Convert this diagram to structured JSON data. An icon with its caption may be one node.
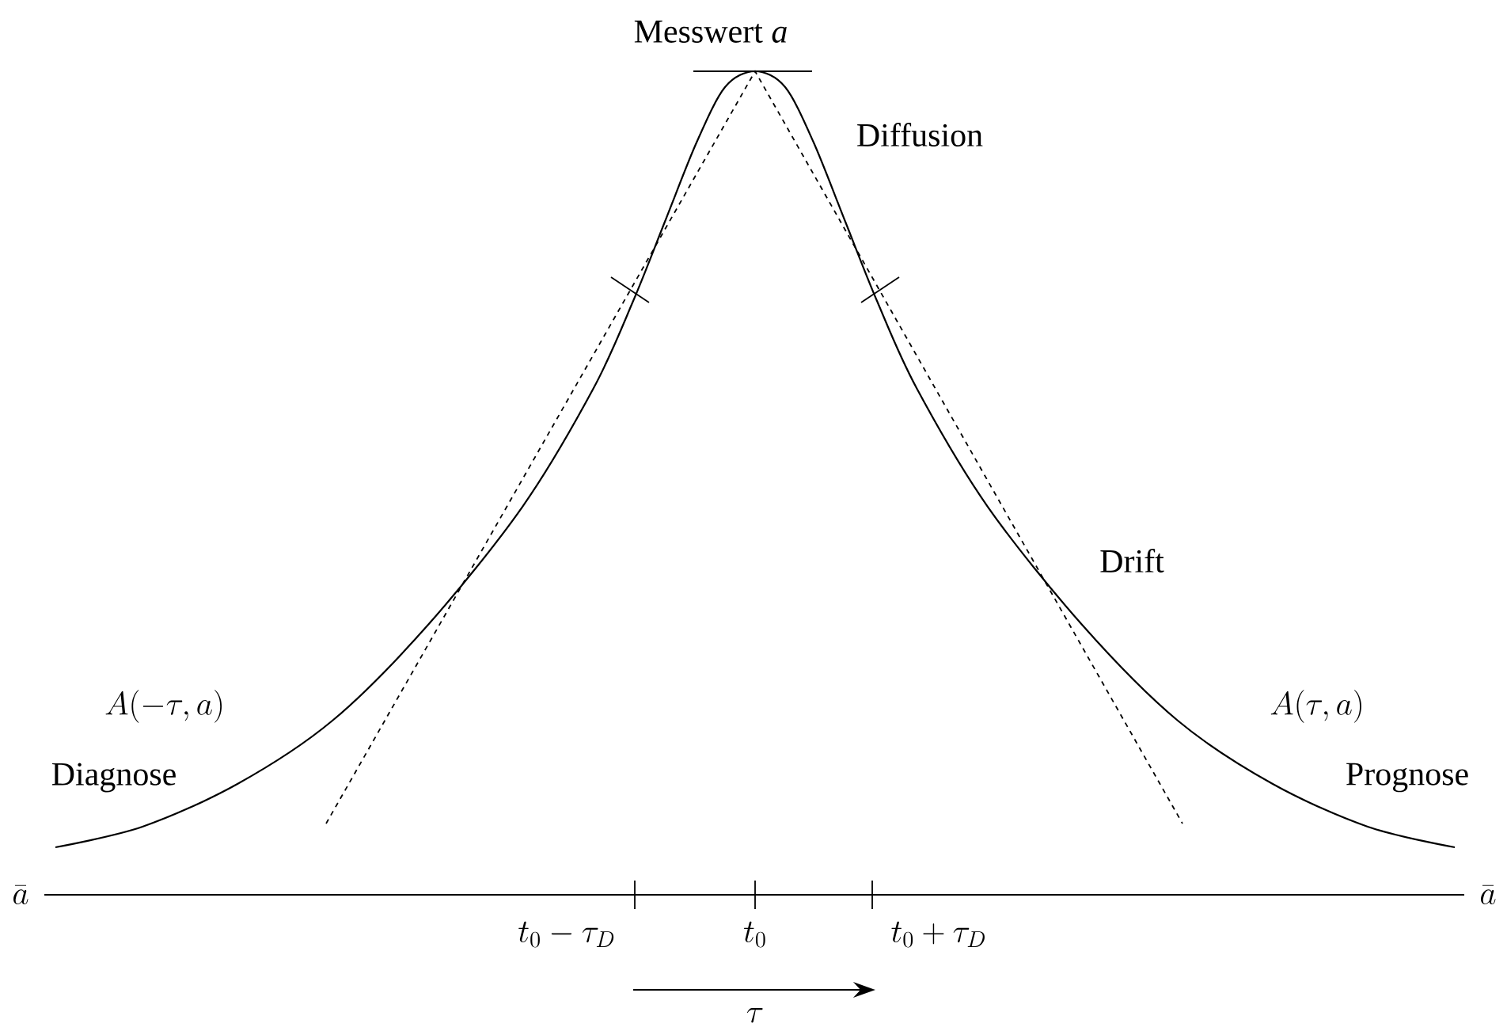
{
  "diagram": {
    "labels": [
      "Messwert *a*",
      "Diffusion",
      "Drift",
      "A(-\\tau, a)",
      "A(\\tau, a)",
      "Diagnose",
      "Prognose",
      "\\bar{a}",
      "\\bar{a}",
      "t_0 - \\tau_D",
      "t_0",
      "t_0 + \\tau_D",
      "\\tau"
    ]
  }
}
